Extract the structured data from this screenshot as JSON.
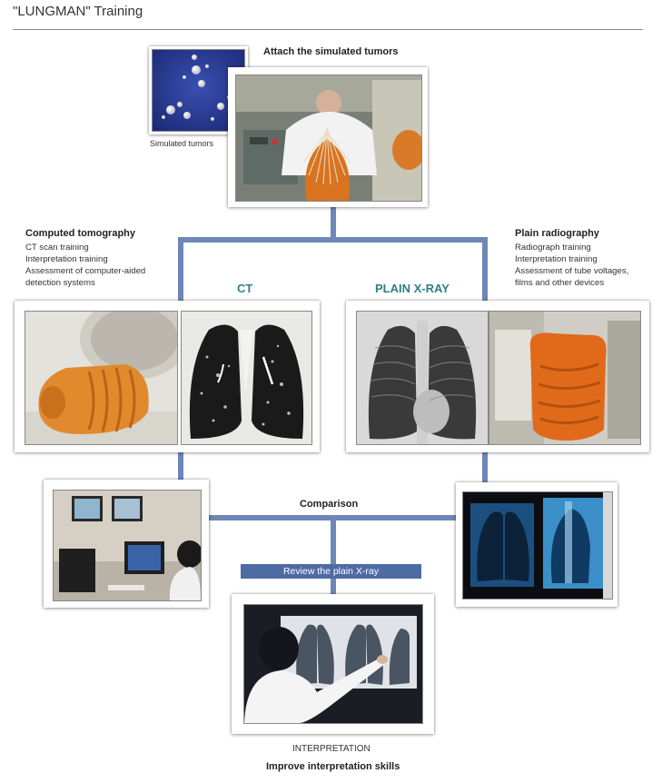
{
  "header": {
    "title": "\"LUNGMAN\" Training"
  },
  "top": {
    "step_label": "Attach the simulated tumors",
    "tumors_caption": "Simulated tumors"
  },
  "ct_section": {
    "heading": "CT",
    "title": "Computed tomography",
    "items": [
      "CT scan training",
      "Interpretation training",
      "Assessment of computer-aided",
      "detection systems"
    ]
  },
  "xray_section": {
    "heading": "PLAIN X-RAY",
    "title": "Plain radiography",
    "items": [
      "Radiograph training",
      "Interpretation training",
      "Assessment of tube voltages,",
      "films and other devices"
    ]
  },
  "comparison": {
    "label": "Comparison"
  },
  "review": {
    "label": "Review the plain X-ray"
  },
  "bottom": {
    "caption": "INTERPRETATION",
    "subcaption": "Improve interpretation skills"
  },
  "colors": {
    "connector": "#6f86b8",
    "accent_teal": "#2f7f86",
    "review_box": "#4e6ba4"
  }
}
